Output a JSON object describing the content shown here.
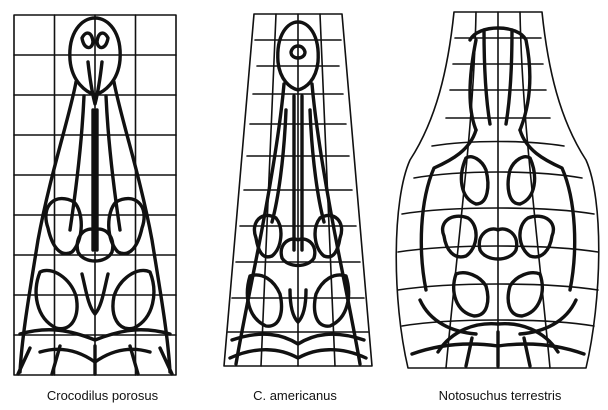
{
  "figure": {
    "panels": [
      {
        "id": "crocodylus-porosus",
        "caption": "Crocodilus porosus"
      },
      {
        "id": "c-americanus",
        "caption": "C. americanus"
      },
      {
        "id": "notosuchus-terrestris",
        "caption": "Notosuchus terrestris"
      }
    ]
  },
  "style": {
    "ink": "#111111",
    "paper": "#ffffff"
  }
}
